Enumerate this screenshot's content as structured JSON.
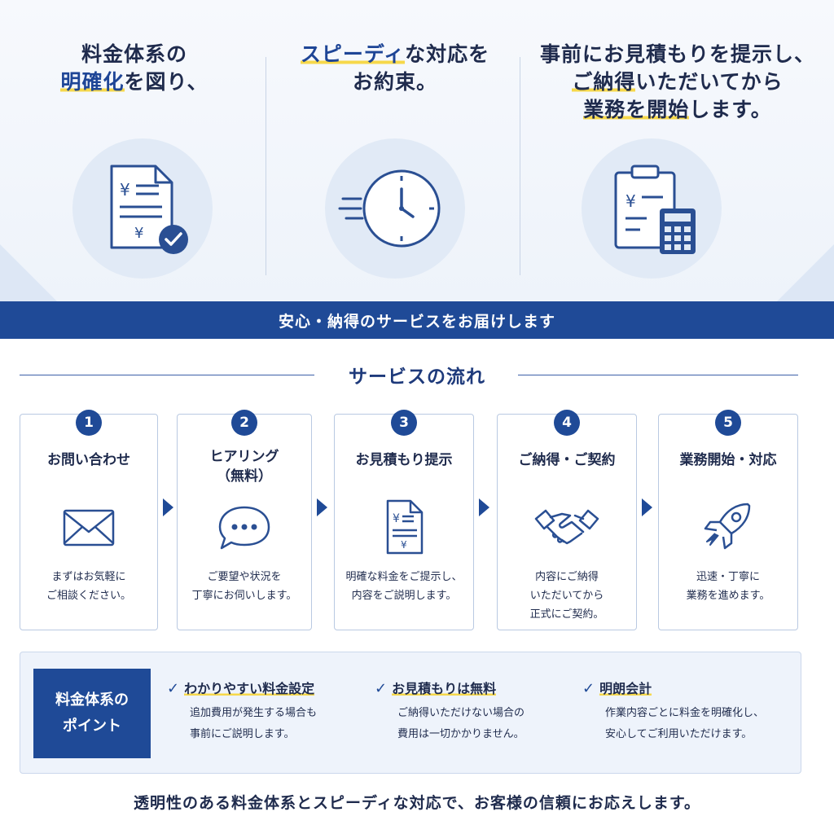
{
  "hero": {
    "col1": {
      "line1": "料金体系の",
      "line2_hl": "明確化",
      "line2_rest": "を図り、"
    },
    "col2": {
      "line1_hl": "スピーディ",
      "line1_rest": "な対応を",
      "line2": "お約束。"
    },
    "col3": {
      "line1": "事前にお見積もりを提示し、",
      "line2_hl": "ご納得",
      "line2_rest": "いただいてから",
      "line3_hl": "業務を開始",
      "line3_rest": "します。"
    },
    "icons": [
      "invoice-check-icon",
      "fast-clock-icon",
      "clipboard-calculator-icon"
    ]
  },
  "banner": {
    "text": "安心・納得のサービスをお届けします"
  },
  "flow": {
    "title": "サービスの流れ",
    "steps": [
      {
        "num": "1",
        "title": "お問い合わせ",
        "desc1": "まずはお気軽に",
        "desc2": "ご相談ください。",
        "desc3": "",
        "icon": "envelope-icon"
      },
      {
        "num": "2",
        "title": "ヒアリング",
        "subtitle": "（無料）",
        "desc1": "ご要望や状況を",
        "desc2": "丁寧にお伺いします。",
        "desc3": "",
        "icon": "speech-bubble-icon"
      },
      {
        "num": "3",
        "title": "お見積もり提示",
        "desc1": "明確な料金をご提示し、",
        "desc2": "内容をご説明します。",
        "desc3": "",
        "icon": "estimate-document-icon"
      },
      {
        "num": "4",
        "title": "ご納得・ご契約",
        "desc1": "内容にご納得",
        "desc2": "いただいてから",
        "desc3": "正式にご契約。",
        "icon": "handshake-icon"
      },
      {
        "num": "5",
        "title": "業務開始・対応",
        "desc1": "迅速・丁寧に",
        "desc2": "業務を進めます。",
        "desc3": "",
        "icon": "rocket-icon"
      }
    ]
  },
  "points": {
    "label1": "料金体系の",
    "label2": "ポイント",
    "items": [
      {
        "head": "わかりやすい料金設定",
        "body1": "追加費用が発生する場合も",
        "body2": "事前にご説明します。"
      },
      {
        "head": "お見積もりは無料",
        "body1": "ご納得いただけない場合の",
        "body2": "費用は一切かかりません。"
      },
      {
        "head": "明朗会計",
        "body1": "作業内容ごとに料金を明確化し、",
        "body2": "安心してご利用いただけます。"
      }
    ],
    "check": "✓"
  },
  "footer": {
    "text": "透明性のある料金体系とスピーディな対応で、お客様の信頼にお応えします。"
  },
  "colors": {
    "primary": "#1f4a97",
    "accent_yellow": "#f6d84a",
    "text": "#1f2b4d",
    "light_bg": "#eef3fb"
  }
}
